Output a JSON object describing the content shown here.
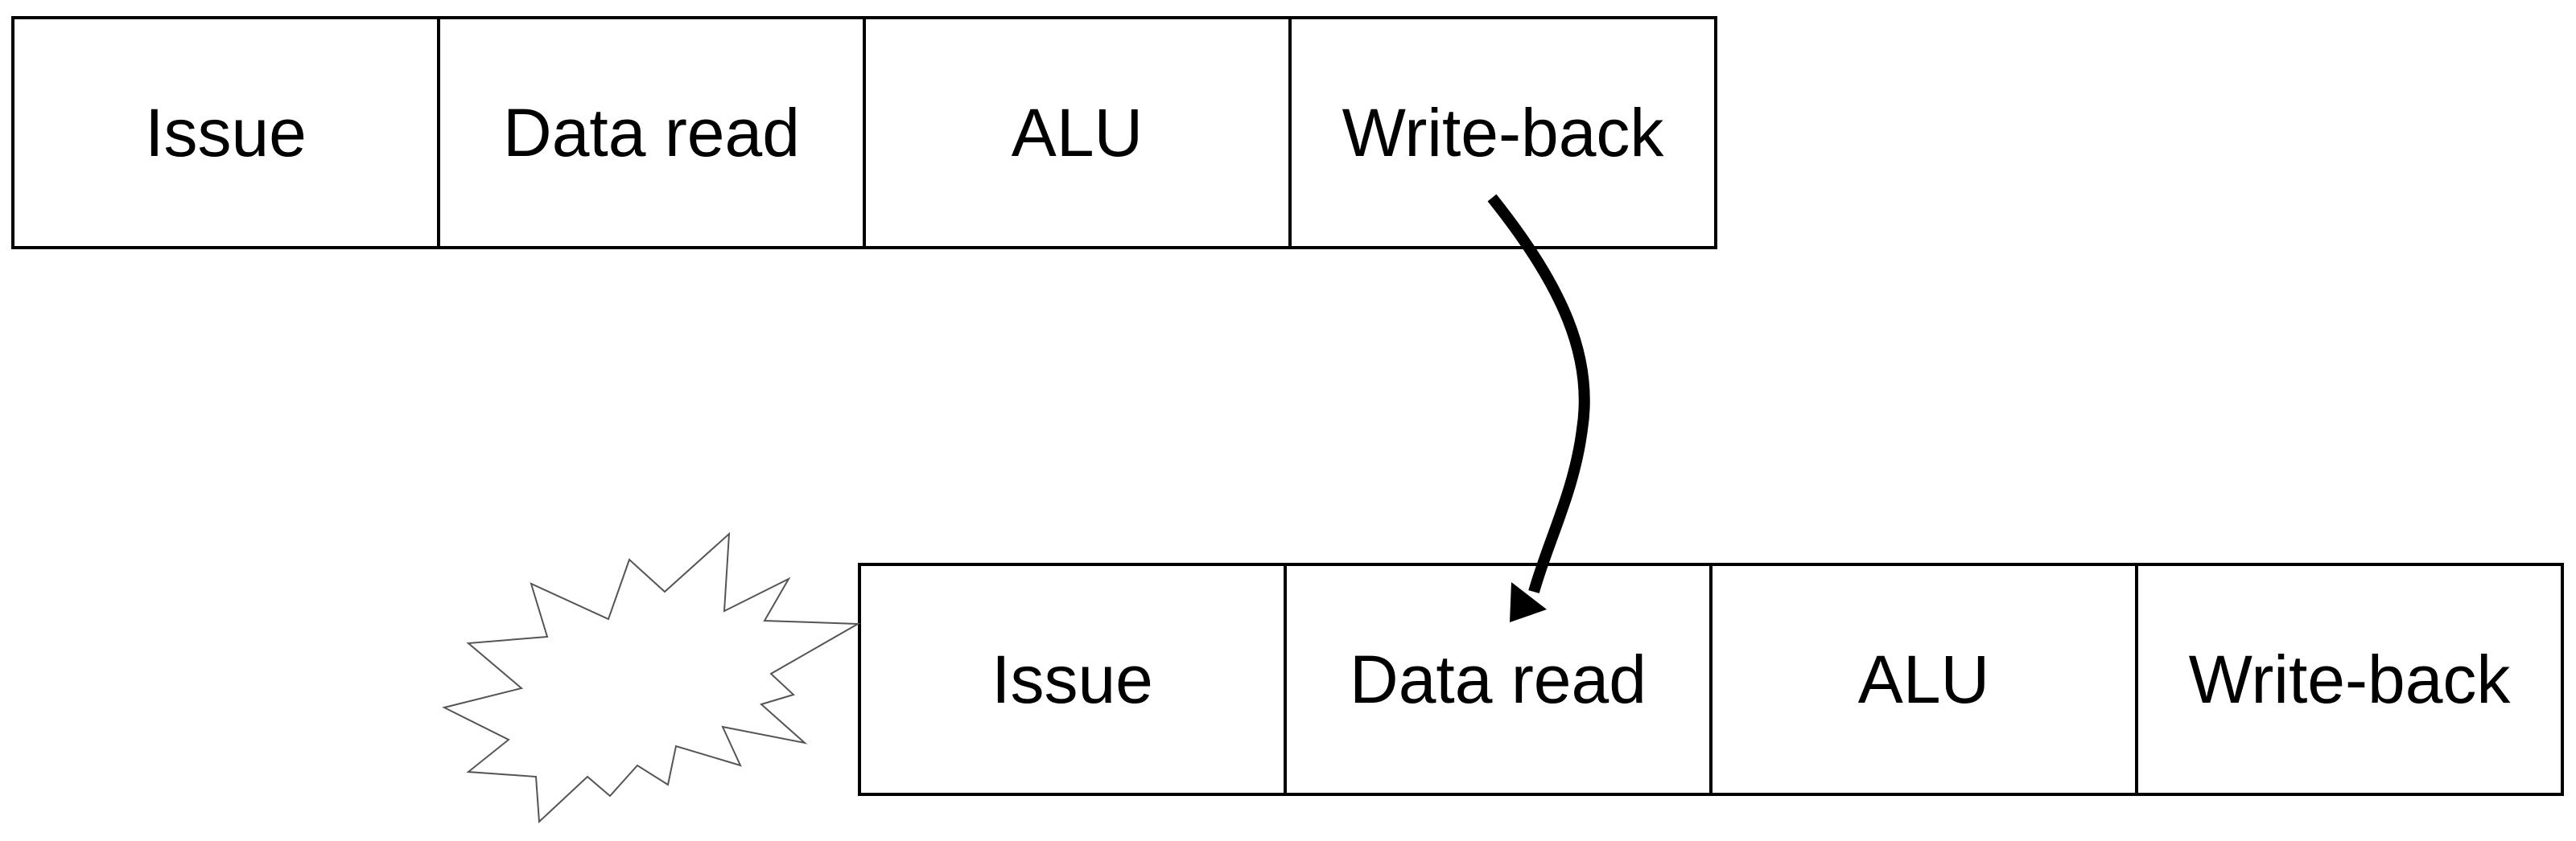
{
  "diagram": {
    "top_row": {
      "stages": [
        {
          "label": "Issue"
        },
        {
          "label": "Data read"
        },
        {
          "label": "ALU"
        },
        {
          "label": "Write-back"
        }
      ]
    },
    "bottom_row": {
      "stages": [
        {
          "label": "Issue"
        },
        {
          "label": "Data read"
        },
        {
          "label": "ALU"
        },
        {
          "label": "Write-back"
        }
      ]
    },
    "icons": {
      "arrow": "curved-arrow-icon",
      "burst": "starburst-icon"
    },
    "colors": {
      "stroke": "#000000",
      "burst_stroke": "#555555",
      "background": "#ffffff"
    }
  }
}
